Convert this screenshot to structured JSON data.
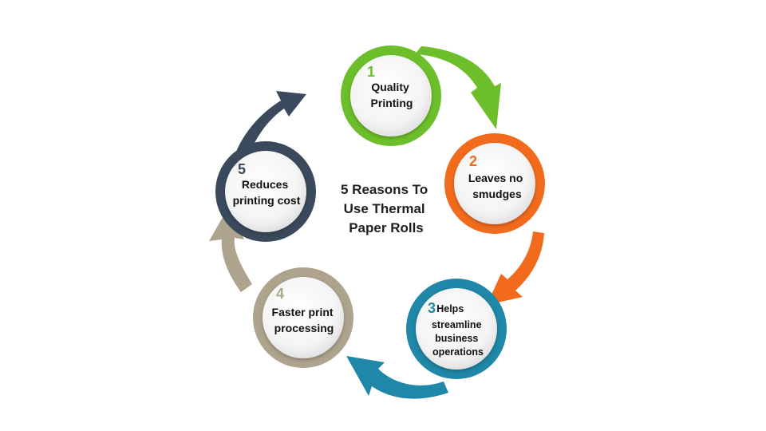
{
  "title": {
    "lines": [
      "5 Reasons To",
      "Use Thermal",
      "Paper Rolls"
    ]
  },
  "colors": {
    "green": "#6cbf2a",
    "orange": "#f26b1d",
    "teal": "#1f87a7",
    "tan": "#aea38d",
    "navy": "#3a4a5c"
  },
  "reasons": [
    {
      "number": "1",
      "lines": [
        "Quality",
        "Printing"
      ],
      "color": "#6cbf2a"
    },
    {
      "number": "2",
      "lines": [
        "Leaves no",
        "smudges"
      ],
      "color": "#f26b1d"
    },
    {
      "number": "3",
      "lines": [
        "Helps",
        "streamline",
        "business",
        "operations"
      ],
      "color": "#1f87a7"
    },
    {
      "number": "4",
      "lines": [
        "Faster print",
        "processing"
      ],
      "color": "#aea38d"
    },
    {
      "number": "5",
      "lines": [
        "Reduces",
        "printing cost"
      ],
      "color": "#3a4a5c"
    }
  ]
}
